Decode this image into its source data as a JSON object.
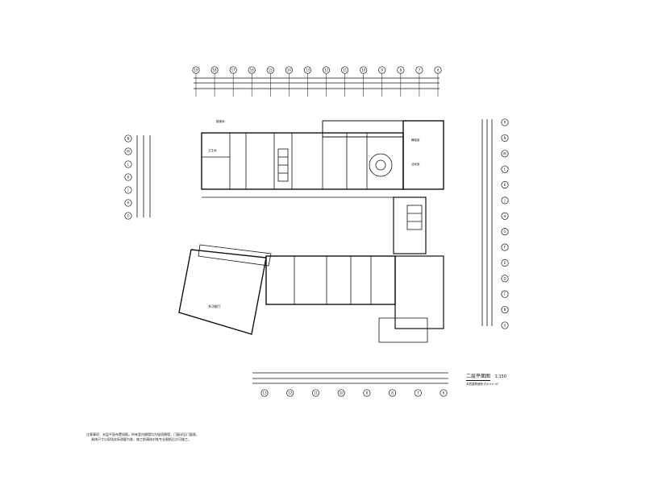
{
  "drawing": {
    "title": "二层平面图",
    "scale": "1:150",
    "subtitle": "本层建筑面积 约××× m²",
    "notes": [
      "注意事项：本层平面布置如图，所有室内隔墙均为轻质隔墙，门窗详见门窗表，",
      "具体尺寸以现场实际测量为准，施工前请核对各专业图纸后方可施工。"
    ],
    "top_axes": [
      "19",
      "18",
      "17",
      "16",
      "15",
      "14",
      "13",
      "12",
      "11",
      "10",
      "9",
      "8",
      "7",
      "6"
    ],
    "right_axes": [
      "P",
      "N",
      "M",
      "L",
      "K",
      "J",
      "H",
      "G",
      "F",
      "E",
      "D",
      "C",
      "B",
      "A"
    ],
    "left_axes": [
      "N",
      "M",
      "L",
      "K",
      "J",
      "H",
      "G"
    ],
    "bottom_axes": [
      "13",
      "12",
      "11",
      "10",
      "9",
      "8",
      "7",
      "6"
    ],
    "rooms": [
      {
        "label": "多功能厅"
      },
      {
        "label": "舞蹈室"
      },
      {
        "label": "活动室"
      },
      {
        "label": "卫生间"
      },
      {
        "label": "楼梯间"
      }
    ]
  }
}
